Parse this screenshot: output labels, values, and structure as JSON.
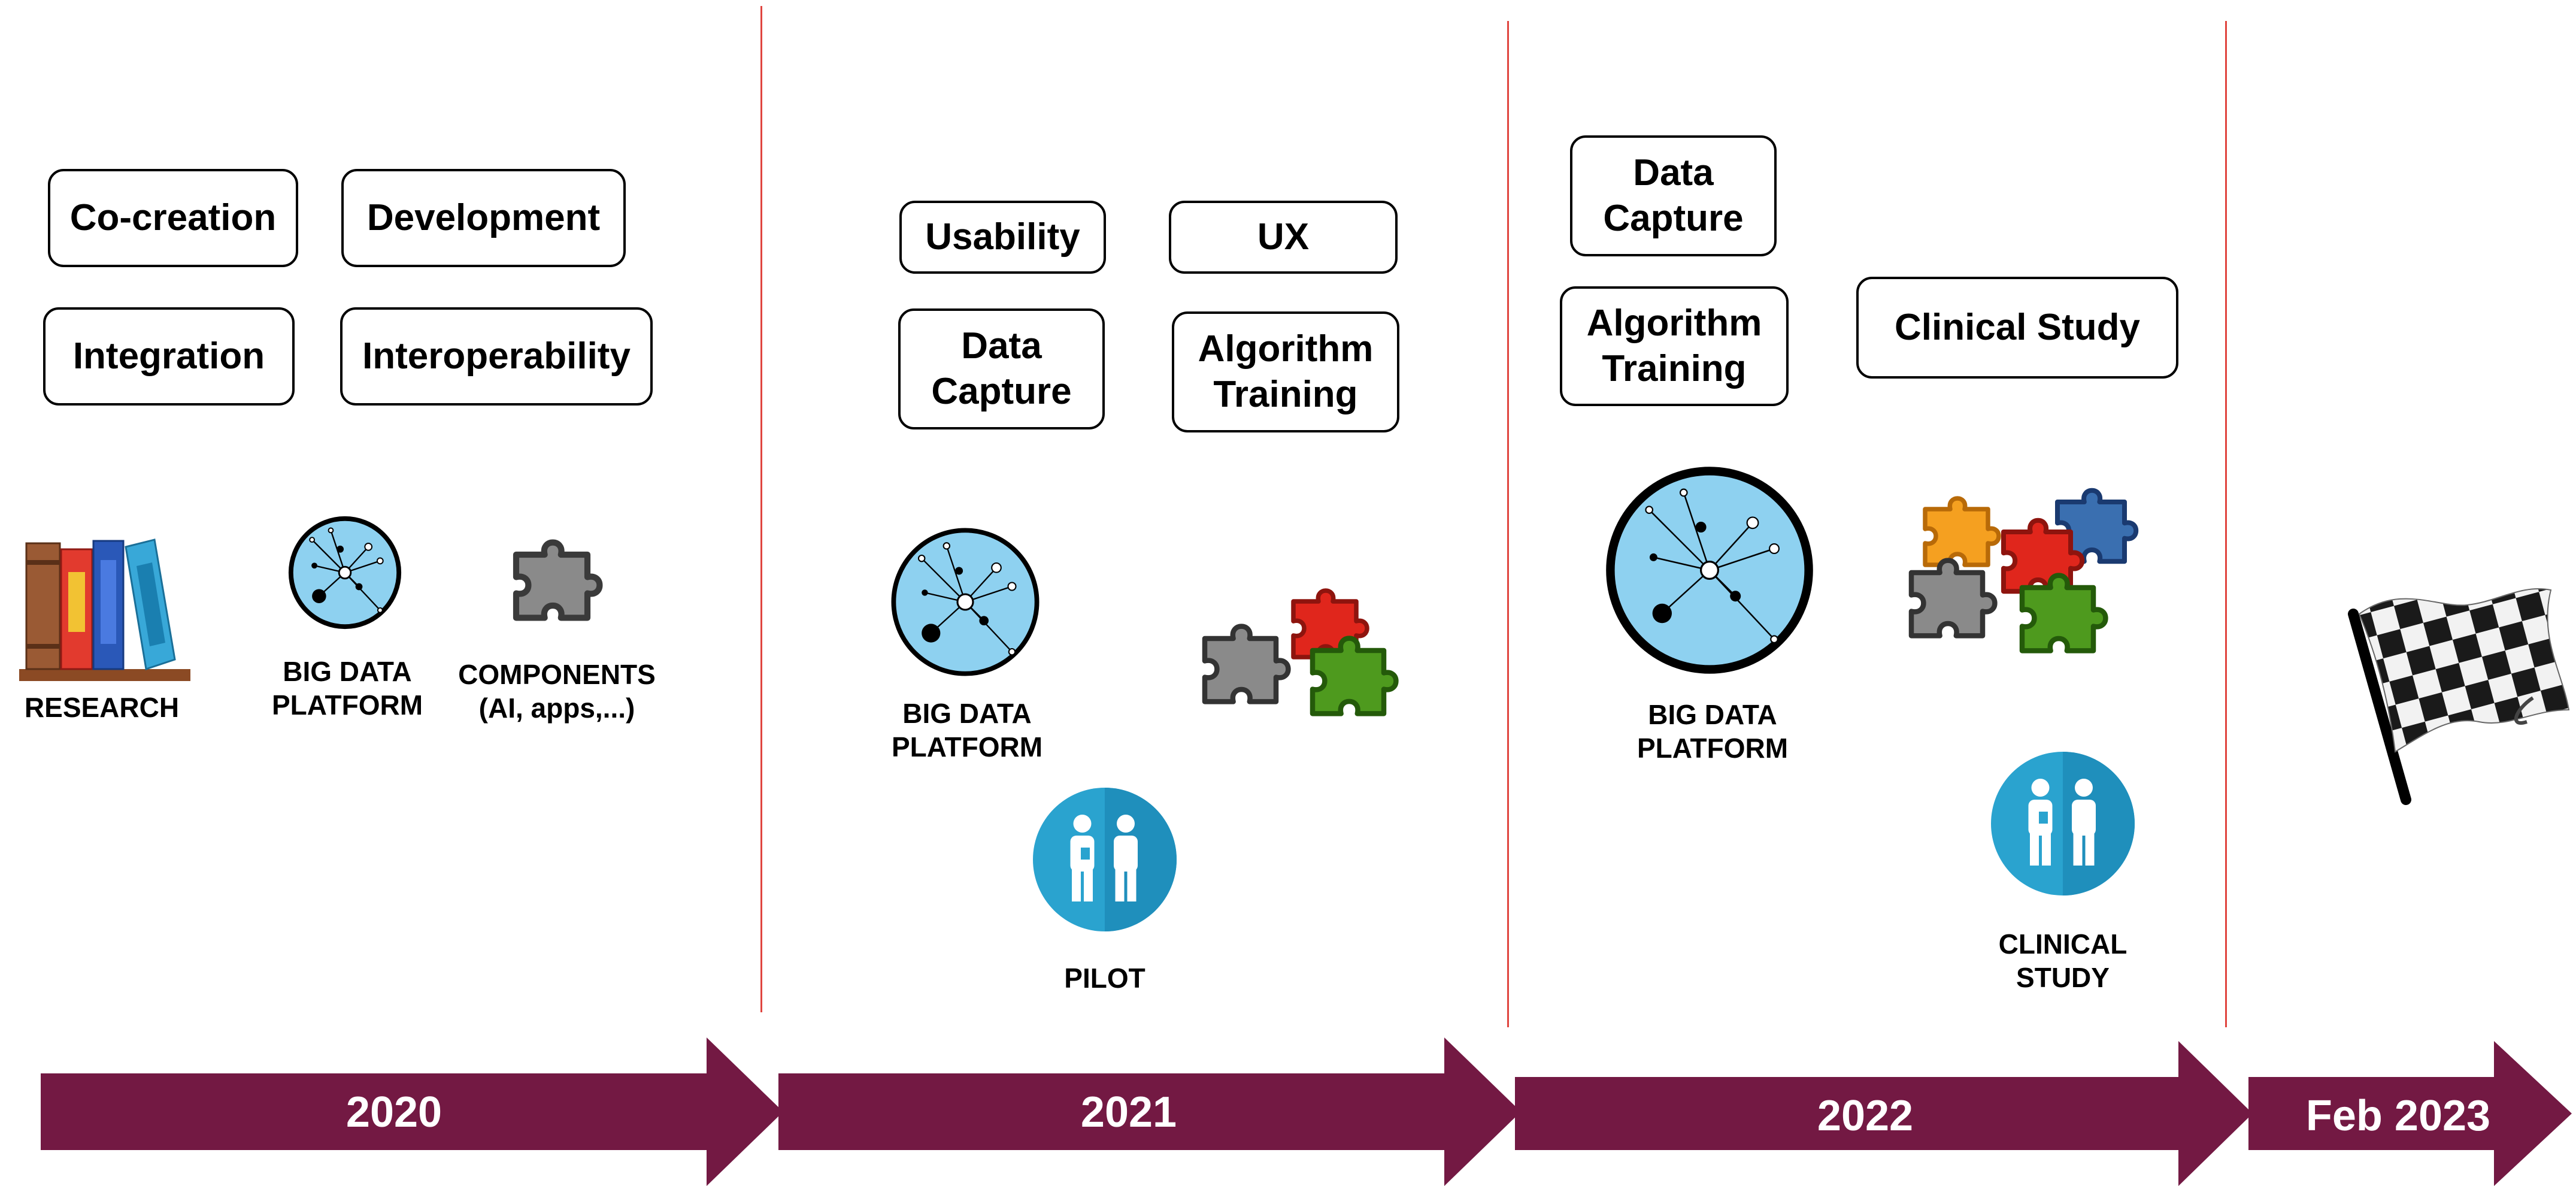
{
  "periods": [
    {
      "year": "2020",
      "boxes": [
        "Co-creation",
        "Development",
        "Integration",
        "Interoperability"
      ],
      "icon_labels": [
        "RESEARCH",
        "BIG DATA\nPLATFORM",
        "COMPONENTS\n(AI, apps,...)"
      ]
    },
    {
      "year": "2021",
      "boxes": [
        "Usability",
        "UX",
        "Data\nCapture",
        "Algorithm\nTraining"
      ],
      "icon_labels": [
        "BIG DATA\nPLATFORM",
        "PILOT"
      ]
    },
    {
      "year": "2022",
      "boxes": [
        "Data\nCapture",
        "Algorithm\nTraining",
        "Clinical Study"
      ],
      "icon_labels": [
        "BIG DATA\nPLATFORM",
        "CLINICAL\nSTUDY"
      ]
    },
    {
      "year": "Feb 2023",
      "boxes": [],
      "icon_labels": []
    }
  ],
  "colors": {
    "arrow": "#731943",
    "divider": "#e0453f",
    "platform_fill": "#8ed1f0",
    "people_circle": "#2aa3cf",
    "puzzle_gray": "#8a8a8a",
    "puzzle_red": "#e0261c",
    "puzzle_green": "#4e9a1e",
    "puzzle_orange": "#f5a020",
    "puzzle_blue": "#3a6fb0"
  },
  "icons": [
    "books-icon",
    "network-platform-icon",
    "puzzle-icon",
    "people-icon",
    "checkered-flag-icon"
  ]
}
